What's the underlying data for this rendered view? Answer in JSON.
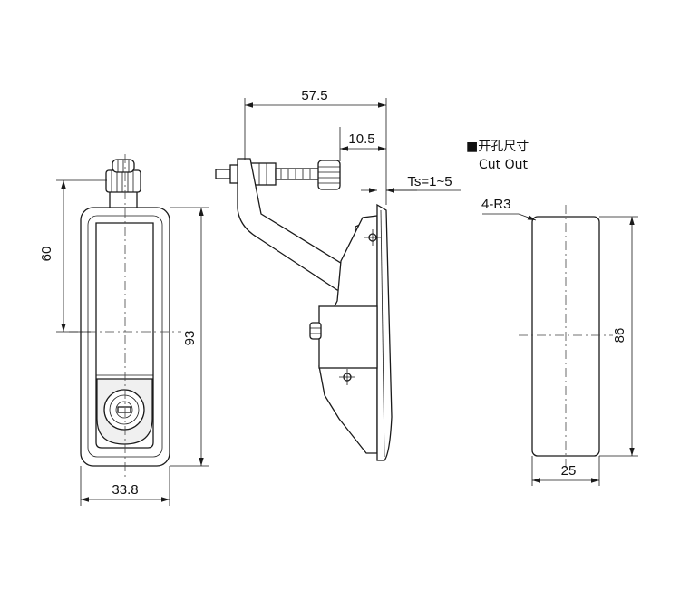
{
  "dimensions": {
    "front_height_60": "60",
    "front_height_93": "93",
    "front_width_33_8": "33.8",
    "side_length_57_5": "57.5",
    "side_offset_10_5": "10.5",
    "panel_thickness": "Ts=1~5",
    "cutout_height_86": "86",
    "cutout_width_25": "25",
    "cutout_radius": "4-R3"
  },
  "cutout_note": {
    "bullet": "■",
    "chinese": "开孔尺寸",
    "english": "Cut Out"
  }
}
